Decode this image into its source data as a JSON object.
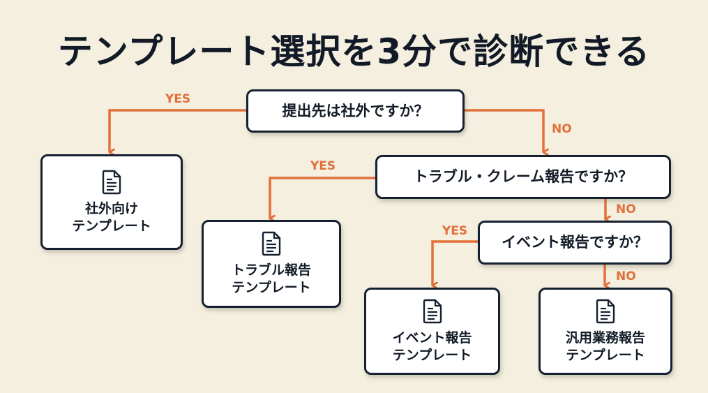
{
  "title": "テンプレート選択を3分で診断できる",
  "colors": {
    "background": "#f4efdf",
    "accent": "#e2703a",
    "border": "#152030",
    "text": "#111a26",
    "box": "#ffffff"
  },
  "questions": [
    {
      "id": "q1",
      "text": "提出先は社外ですか？"
    },
    {
      "id": "q2",
      "text": "トラブル・クレーム報告ですか？"
    },
    {
      "id": "q3",
      "text": "イベント報告ですか？"
    }
  ],
  "results": [
    {
      "id": "r1",
      "icon": "document-icon",
      "lines": [
        "社外向け",
        "テンプレート"
      ]
    },
    {
      "id": "r2",
      "icon": "document-icon",
      "lines": [
        "トラブル報告",
        "テンプレート"
      ]
    },
    {
      "id": "r3",
      "icon": "document-icon",
      "lines": [
        "イベント報告",
        "テンプレート"
      ]
    },
    {
      "id": "r4",
      "icon": "document-icon",
      "lines": [
        "汎用業務報告",
        "テンプレート"
      ]
    }
  ],
  "edges": [
    {
      "from": "q1",
      "to": "r1",
      "label": "YES"
    },
    {
      "from": "q1",
      "to": "q2",
      "label": "NO"
    },
    {
      "from": "q2",
      "to": "r2",
      "label": "YES"
    },
    {
      "from": "q2",
      "to": "q3",
      "label": "NO"
    },
    {
      "from": "q3",
      "to": "r3",
      "label": "YES"
    },
    {
      "from": "q3",
      "to": "r4",
      "label": "NO"
    }
  ]
}
